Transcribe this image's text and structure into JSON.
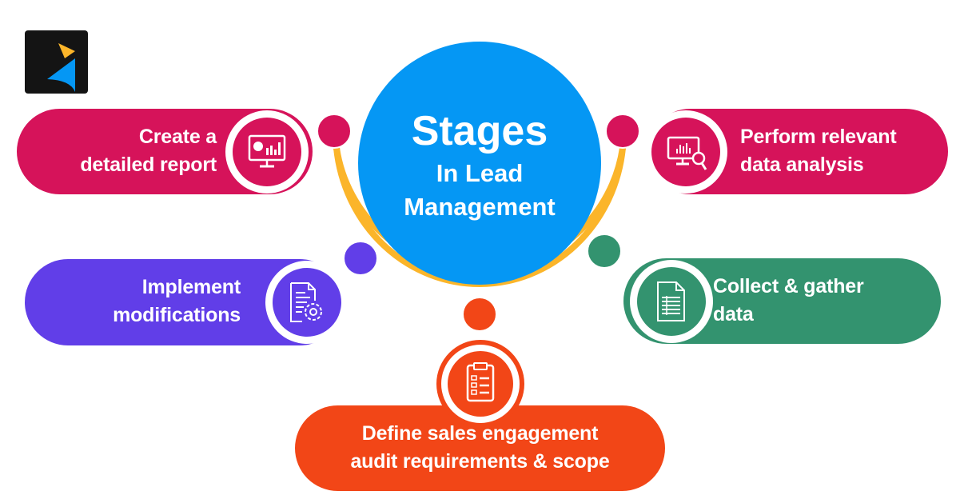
{
  "diagram": {
    "title_line1": "Stages",
    "title_line2": "In Lead",
    "title_line3": "Management",
    "colors": {
      "center": "#0597f4",
      "arc": "#fbb52a",
      "pink": "#d6135a",
      "purple": "#613ee8",
      "green": "#33936f",
      "orange": "#f24617",
      "logo_bg": "#141414",
      "logo_yellow": "#fbb52a",
      "logo_blue": "#0597f4"
    },
    "stages": [
      {
        "id": "report",
        "line1": "Create a",
        "line2": "detailed report",
        "icon": "monitor-chart-icon",
        "color": "#d6135a"
      },
      {
        "id": "analysis",
        "line1": "Perform relevant",
        "line2": "data analysis",
        "icon": "monitor-magnifier-icon",
        "color": "#d6135a"
      },
      {
        "id": "modifications",
        "line1": "Implement",
        "line2": "modifications",
        "icon": "document-gear-icon",
        "color": "#613ee8"
      },
      {
        "id": "collect",
        "line1": "Collect & gather",
        "line2": "data",
        "icon": "spreadsheet-document-icon",
        "color": "#33936f"
      },
      {
        "id": "define",
        "line1": "Define sales engagement",
        "line2": "audit requirements & scope",
        "icon": "clipboard-checklist-icon",
        "color": "#f24617"
      }
    ]
  }
}
